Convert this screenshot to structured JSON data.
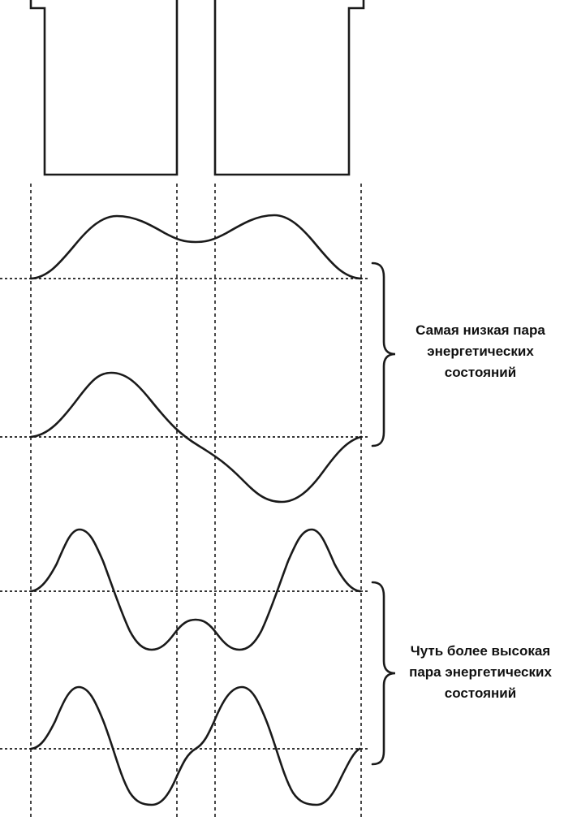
{
  "figure": {
    "description_colors": {
      "ink": "#1a1a1a",
      "background": "#ffffff"
    }
  },
  "labels": {
    "low_pair": {
      "line1": "Самая низкая пара",
      "line2": "энергетических",
      "line3": "состояний"
    },
    "high_pair": {
      "line1": "Чуть более высокая",
      "line2": "пара энергетических",
      "line3": "состояний"
    }
  }
}
